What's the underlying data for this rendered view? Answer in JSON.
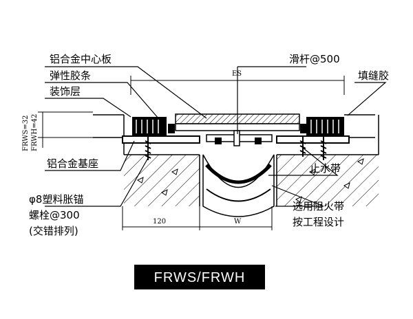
{
  "labels": {
    "alu_center_plate": "铝合金中心板",
    "elastic_strip": "弹性胶条",
    "decor_layer": "装饰层",
    "alu_base": "铝合金基座",
    "anchor_line1": "φ8塑料胀锚",
    "anchor_line2": "螺栓@300",
    "anchor_line3": "(交错排列)",
    "slide_bar": "滑杆@500",
    "sealant": "填缝胶",
    "water_stop": "止水带",
    "fire_band_line1": "选用阻火带",
    "fire_band_line2": "按工程设计"
  },
  "dimensions": {
    "es": "ES",
    "frws": "FRWS=32",
    "frwh": "FRWH=42",
    "d120": "120",
    "w": "W"
  },
  "title": "FRWS/FRWH",
  "colors": {
    "ink": "#000000",
    "bg": "#ffffff",
    "title_bg": "#000000"
  }
}
